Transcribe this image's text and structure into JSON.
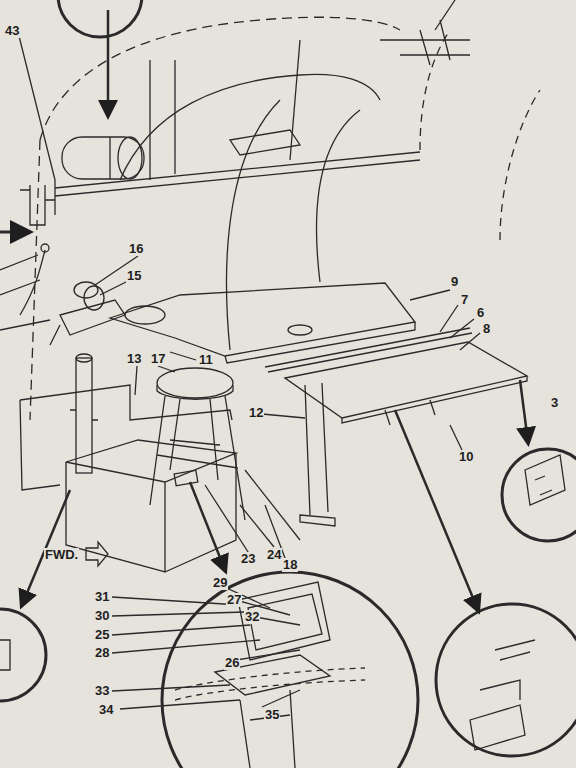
{
  "diagram": {
    "labels": [
      "43",
      "16",
      "15",
      "9",
      "7",
      "6",
      "8",
      "13",
      "17",
      "11",
      "12",
      "10",
      "3",
      "18",
      "23",
      "24",
      "FWD.",
      "31",
      "29",
      "27",
      "30",
      "32",
      "25",
      "28",
      "26",
      "33",
      "35",
      "34"
    ]
  }
}
